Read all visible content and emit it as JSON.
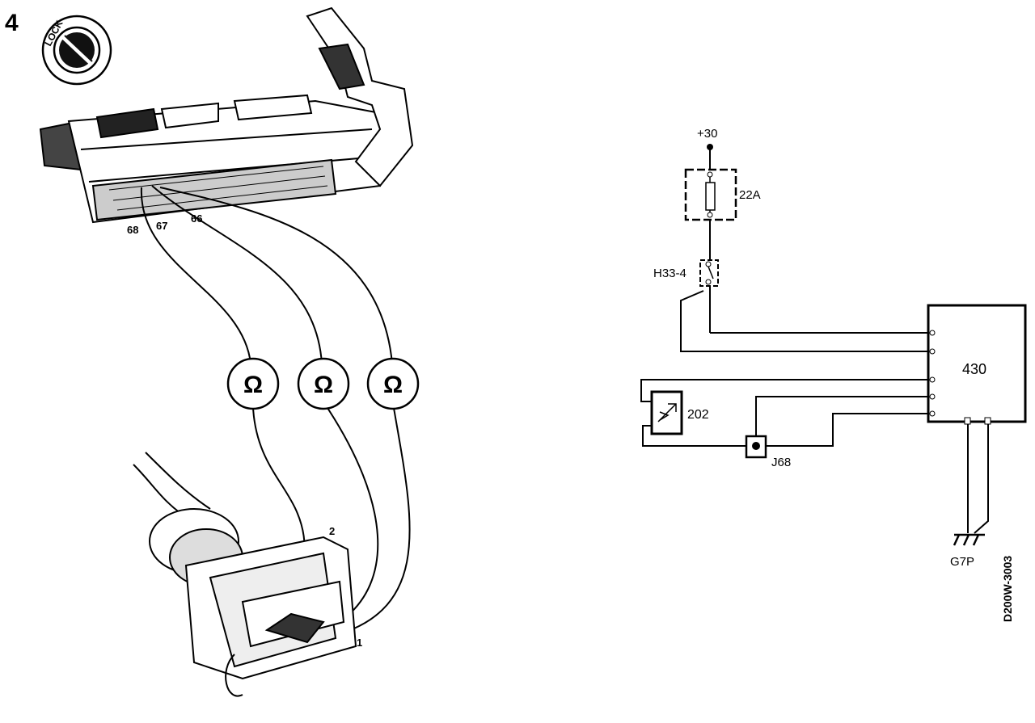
{
  "step_number": "4",
  "lock_icon_text": "LOCK",
  "left_diagram": {
    "pin_labels": [
      "68",
      "67",
      "66"
    ],
    "meter_symbol": "Ω",
    "connector_pin_labels": [
      "2",
      "1"
    ]
  },
  "schematic": {
    "supply_label": "+30",
    "fuse_label": "22A",
    "switch_label": "H33-4",
    "ecu_label": "430",
    "sensor_label": "202",
    "junction_label": "J68",
    "ground_label": "G7P"
  },
  "figure_code": "D200W-3003",
  "icons": [
    "lock-key-icon",
    "ohmmeter-icon",
    "ground-icon",
    "fuse-icon"
  ]
}
